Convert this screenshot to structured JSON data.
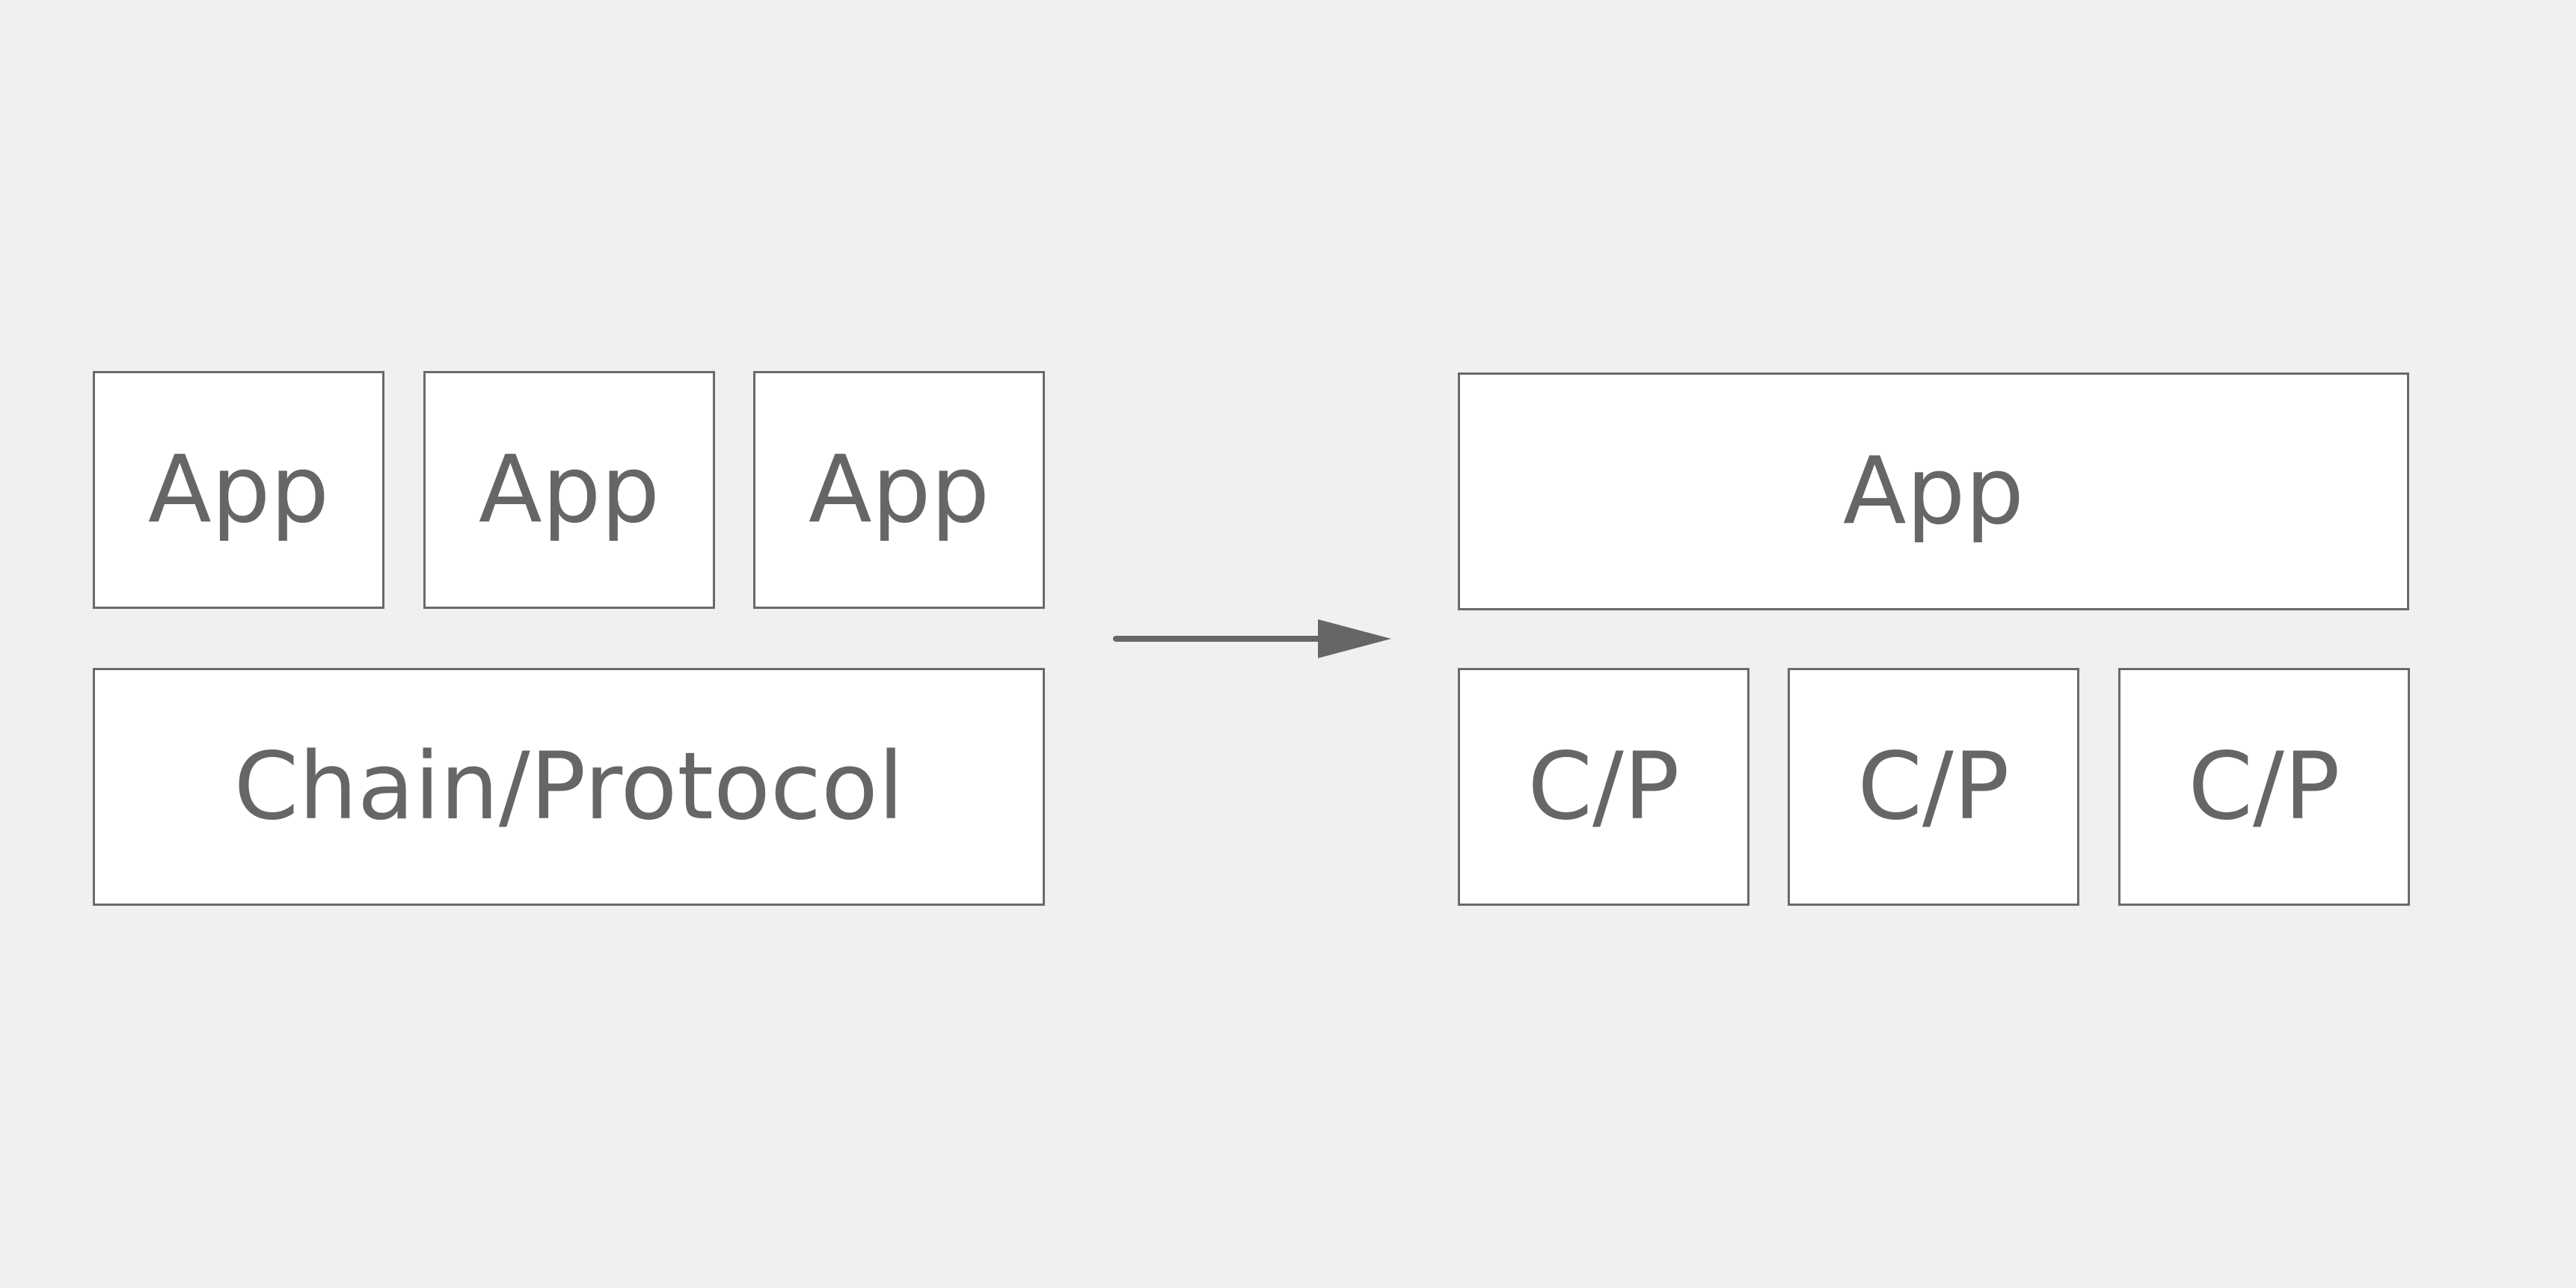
{
  "colors": {
    "background": "#f0f0f0",
    "box_fill": "#ffffff",
    "box_border": "#6a6a6a",
    "text": "#666666",
    "arrow": "#666666"
  },
  "before": {
    "apps": [
      "App",
      "App",
      "App"
    ],
    "base": "Chain/Protocol"
  },
  "after": {
    "app": "App",
    "bases": [
      "C/P",
      "C/P",
      "C/P"
    ]
  }
}
